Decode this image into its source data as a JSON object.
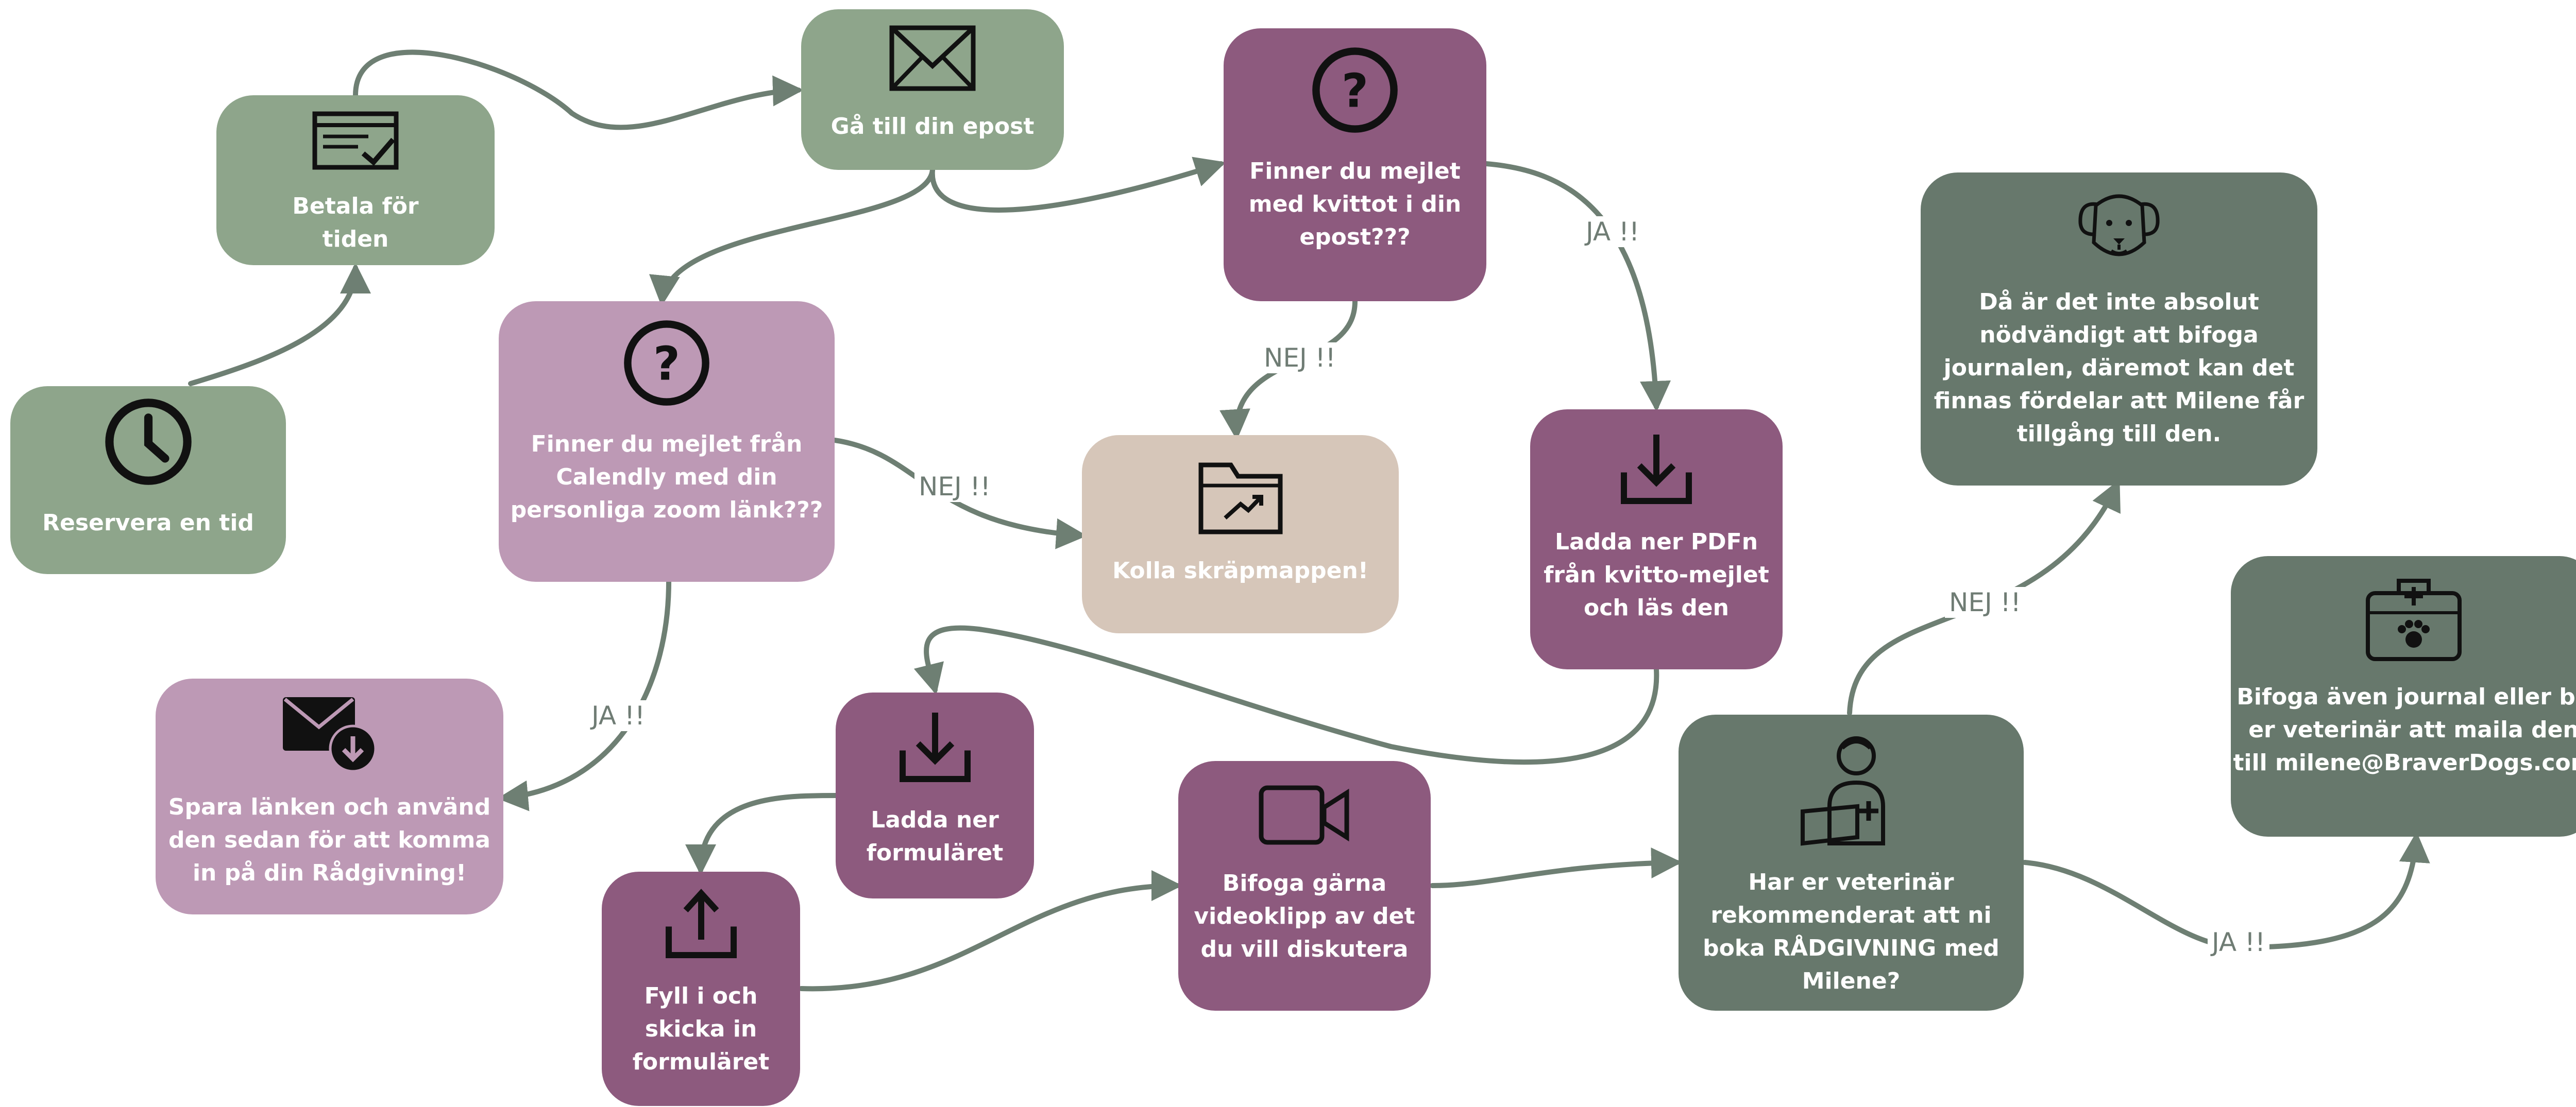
{
  "colors": {
    "sage": "#8ea58b",
    "slate": "#67786c",
    "plum": "#8d5a7e",
    "mauve": "#bd99b5",
    "beige": "#d6c6b9",
    "connector": "#6e7f73",
    "label_text": "#6f7c74"
  },
  "nodes": {
    "reserve": {
      "text": "Reservera en tid",
      "icon": "clock-icon"
    },
    "pay": {
      "text": "Betala för\ntiden",
      "icon": "invoice-check-icon"
    },
    "email": {
      "text": "Gå till din epost",
      "icon": "envelope-icon"
    },
    "find_receipt": {
      "text": "Finner du mejlet\nmed kvittot i din\nepost???",
      "icon": "question-icon"
    },
    "find_calendly": {
      "text": "Finner du mejlet från\nCalendly med din\npersonliga zoom länk???",
      "icon": "question-icon"
    },
    "spam": {
      "text": "Kolla skräpmappen!",
      "icon": "folder-icon"
    },
    "save_link": {
      "text": "Spara länken och använd\nden sedan för att komma\nin på din Rådgivning!",
      "icon": "mail-download-icon"
    },
    "download_pdf": {
      "text": "Ladda ner PDFn\nfrån kvitto-mejlet\noch läs den",
      "icon": "download-icon"
    },
    "download_form": {
      "text": "Ladda ner\nformuläret",
      "icon": "download-icon"
    },
    "fill_form": {
      "text": "Fyll i och\nskicka in\nformuläret",
      "icon": "upload-icon"
    },
    "video": {
      "text": "Bifoga gärna\nvideoklipp av det\ndu vill diskutera",
      "icon": "video-camera-icon"
    },
    "vet": {
      "text": "Har er veterinär\nrekommenderat att ni\nboka RÅDGIVNING med\nMilene?",
      "icon": "veterinarian-icon"
    },
    "not_needed": {
      "text": "Då är det inte absolut\nnödvändigt att bifoga\njournalen, däremot kan det\nfinnas fördelar att Milene får\ntillgång till den.",
      "icon": "dog-icon"
    },
    "attach_journal": {
      "text": "Bifoga även journal eller be\ner veterinär att maila den\ntill milene@BraverDogs.com",
      "icon": "pet-first-aid-kit-icon"
    }
  },
  "edge_labels": {
    "receipt_yes": "JA !!",
    "receipt_no": "NEJ !!",
    "calendly_no": "NEJ !!",
    "calendly_yes": "JA !!",
    "vet_no": "NEJ !!",
    "vet_yes": "JA !!"
  }
}
